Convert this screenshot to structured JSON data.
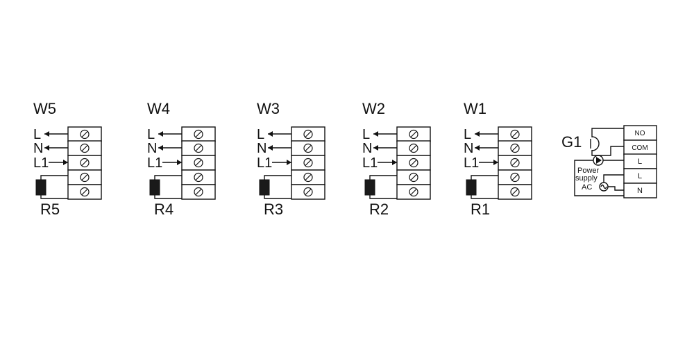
{
  "zones": [
    {
      "id": "W5",
      "relay": "R5",
      "terminals": [
        "L",
        "N",
        "L1"
      ]
    },
    {
      "id": "W4",
      "relay": "R4",
      "terminals": [
        "L",
        "N",
        "L1"
      ]
    },
    {
      "id": "W3",
      "relay": "R3",
      "terminals": [
        "L",
        "N",
        "L1"
      ]
    },
    {
      "id": "W2",
      "relay": "R2",
      "terminals": [
        "L",
        "N",
        "L1"
      ]
    },
    {
      "id": "W1",
      "relay": "R1",
      "terminals": [
        "L",
        "N",
        "L1"
      ]
    }
  ],
  "boiler": {
    "label": "G1",
    "terminals": [
      "NO",
      "COM",
      "L",
      "L",
      "N"
    ],
    "power_label_1": "Power",
    "power_label_2": "supply",
    "power_label_3": "AC"
  }
}
